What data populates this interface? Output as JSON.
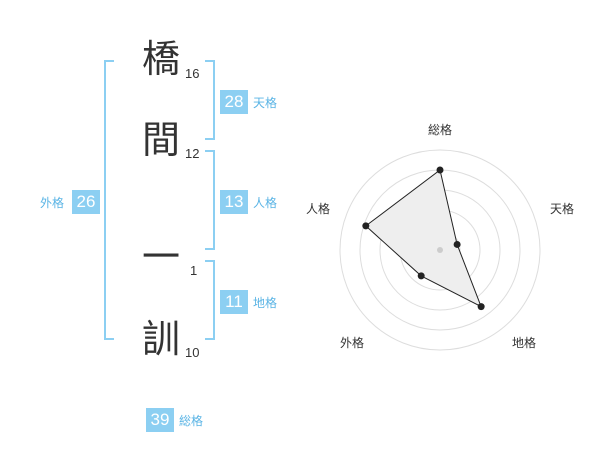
{
  "name": {
    "characters": [
      {
        "char": "橋",
        "strokes": "16"
      },
      {
        "char": "間",
        "strokes": "12"
      },
      {
        "char": "一",
        "strokes": "1"
      },
      {
        "char": "訓",
        "strokes": "10"
      }
    ]
  },
  "scores": {
    "tenkaku": {
      "value": "28",
      "label": "天格"
    },
    "jinkaku": {
      "value": "13",
      "label": "人格"
    },
    "chikaku": {
      "value": "11",
      "label": "地格"
    },
    "gaikaku": {
      "value": "26",
      "label": "外格"
    },
    "soukaku": {
      "value": "39",
      "label": "総格"
    }
  },
  "colors": {
    "accent": "#8ccff2",
    "accent_text": "#5ab4e5",
    "radar_fill": "#eeeeee",
    "radar_ring": "#dddddd"
  },
  "chart_data": {
    "type": "radar",
    "axes": [
      "総格",
      "天格",
      "地格",
      "外格",
      "人格"
    ],
    "values": [
      4.0,
      0.9,
      3.5,
      1.6,
      3.9
    ],
    "max": 5,
    "rings": 5
  }
}
